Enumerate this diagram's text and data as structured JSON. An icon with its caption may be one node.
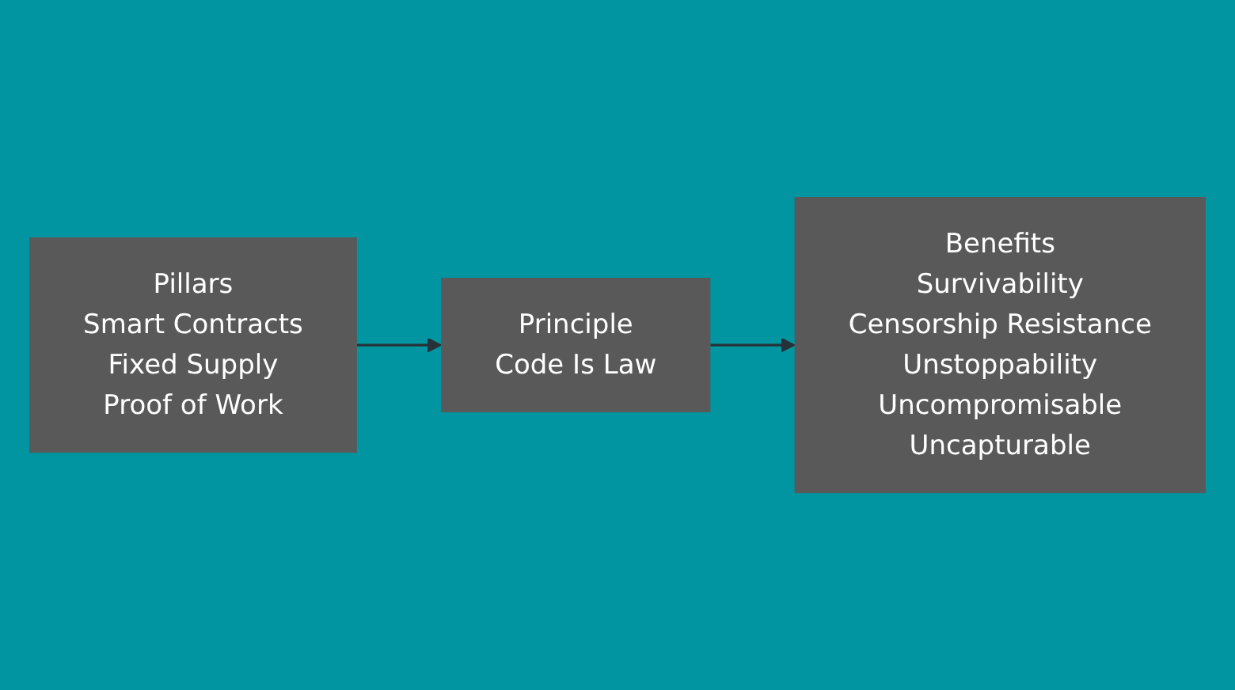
{
  "diagram": {
    "nodes": [
      {
        "text": [
          "Pillars",
          "Smart Contracts",
          "Fixed Supply",
          "Proof of Work"
        ]
      },
      {
        "text": [
          "Principle",
          "Code Is Law"
        ]
      },
      {
        "text": [
          "Benefits",
          "Survivability",
          "Censorship Resistance",
          "Unstoppability",
          "Uncompromisable",
          "Uncapturable"
        ]
      }
    ],
    "edges": [
      {
        "from": 0,
        "to": 1,
        "arrow": "to"
      },
      {
        "from": 1,
        "to": 2,
        "arrow": "to"
      }
    ]
  }
}
